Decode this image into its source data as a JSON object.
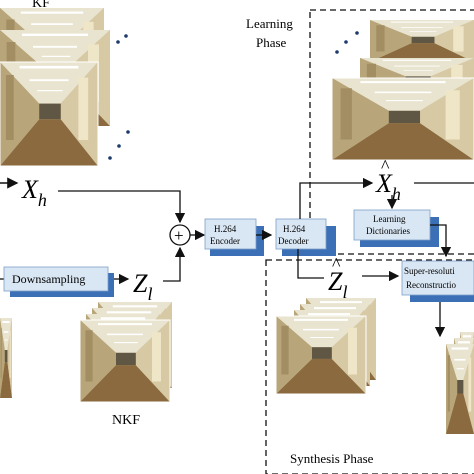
{
  "labels": {
    "kf": "KF",
    "nkf": "NKF",
    "learning_phase_line1": "Learning",
    "learning_phase_line2": "Phase",
    "synthesis_phase": "Synthesis Phase"
  },
  "blocks": {
    "encoder": [
      "H.264",
      "Encoder"
    ],
    "decoder": [
      "H.264",
      "Decoder"
    ],
    "downsampling": "Downsampling",
    "learning_dictionaries": [
      "Learning",
      "Dictionaries"
    ],
    "super_resolution": [
      "Super-resoluti",
      "Reconstructio"
    ]
  },
  "symbols": {
    "xh_base": "X",
    "xh_sub": "h",
    "zl_base": "Z",
    "zl_sub": "l",
    "xh_hat_base": "X",
    "xh_hat_sub": "h",
    "zl_hat_base": "Z",
    "zl_hat_sub": "l",
    "hat": "^",
    "plus": "+"
  },
  "colors": {
    "block_fill": "#d9e6f3",
    "block_shadow": "#3b6fb6",
    "line": "#111111",
    "dash": "#111111",
    "photo_floor": "#8a6a3e",
    "photo_wall": "#cbbb92",
    "photo_ceiling": "#e9e4cf"
  }
}
